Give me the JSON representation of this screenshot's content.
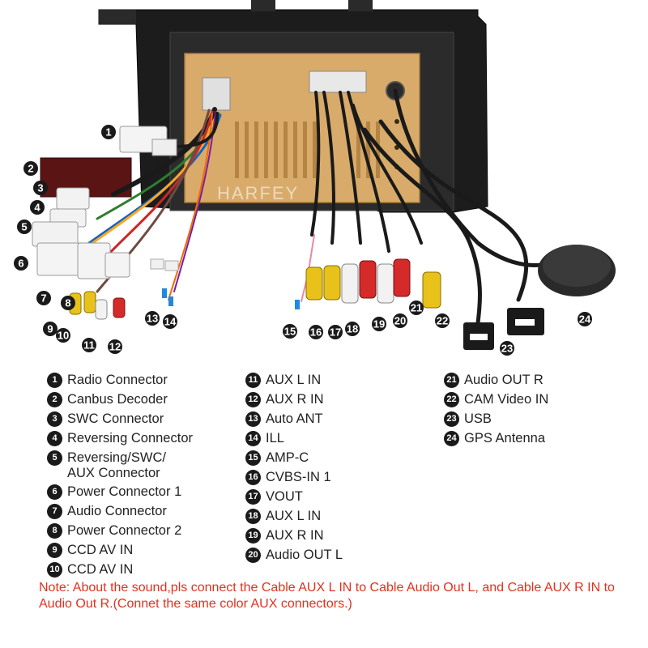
{
  "brand": "HARFEY",
  "callouts": [
    "1",
    "2",
    "3",
    "4",
    "5",
    "6",
    "7",
    "8",
    "9",
    "10",
    "11",
    "12",
    "13",
    "14",
    "15",
    "16",
    "17",
    "18",
    "19",
    "20",
    "21",
    "22",
    "23",
    "24"
  ],
  "legend": {
    "col1": [
      {
        "num": "1",
        "label": "Radio Connector"
      },
      {
        "num": "2",
        "label": "Canbus Decoder"
      },
      {
        "num": "3",
        "label": "SWC Connector"
      },
      {
        "num": "4",
        "label": "Reversing Connector"
      },
      {
        "num": "5",
        "label": "Reversing/SWC/\nAUX Connector"
      },
      {
        "num": "6",
        "label": "Power Connector 1"
      },
      {
        "num": "7",
        "label": "Audio Connector"
      },
      {
        "num": "8",
        "label": "Power Connector 2"
      },
      {
        "num": "9",
        "label": "CCD AV IN"
      },
      {
        "num": "10",
        "label": "CCD AV IN"
      }
    ],
    "col2": [
      {
        "num": "11",
        "label": "AUX L IN"
      },
      {
        "num": "12",
        "label": "AUX R IN"
      },
      {
        "num": "13",
        "label": "Auto ANT"
      },
      {
        "num": "14",
        "label": "ILL"
      },
      {
        "num": "15",
        "label": "AMP-C"
      },
      {
        "num": "16",
        "label": "CVBS-IN 1"
      },
      {
        "num": "17",
        "label": "VOUT"
      },
      {
        "num": "18",
        "label": "AUX L IN"
      },
      {
        "num": "19",
        "label": "AUX R IN"
      },
      {
        "num": "20",
        "label": "Audio OUT L"
      }
    ],
    "col3": [
      {
        "num": "21",
        "label": "Audio OUT R"
      },
      {
        "num": "22",
        "label": "CAM Video IN"
      },
      {
        "num": "23",
        "label": "USB"
      },
      {
        "num": "24",
        "label": "GPS Antenna"
      }
    ]
  },
  "note": "Note: About the sound,pls connect the Cable AUX L IN to Cable Audio Out L, and Cable AUX R IN to  Audio Out R.(Connet the same color AUX connectors.)",
  "colors": {
    "note": "#e0321e",
    "chassis": "#d8ab6a",
    "frame": "#1c1c1c",
    "callout": "#1a1a1a",
    "rca_red": "#d42a2a",
    "rca_yellow": "#e8c21a",
    "rca_white": "#f2f2f2"
  }
}
